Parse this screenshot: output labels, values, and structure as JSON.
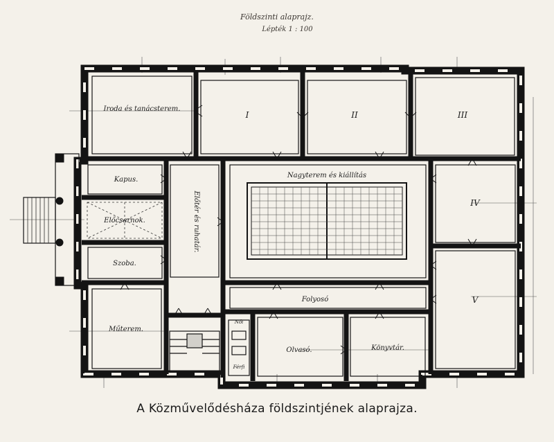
{
  "header": {
    "title": "Földszinti alaprajz.",
    "scale": "Lépték 1 : 100"
  },
  "caption": "A Közművelődésháza földszintjének alaprajza.",
  "rooms": {
    "iroda": "Iroda és tanácsterem.",
    "r1": "I",
    "r2": "II",
    "r3": "III",
    "r4": "IV",
    "r5": "V",
    "kapus": "Kapus.",
    "eloterem": "Előcsarnok.",
    "eloter": "Előtér és ruhatár.",
    "szoba": "Szoba.",
    "nagyterem": "Nagyterem és kiállítás",
    "folyoso": "Folyosó",
    "muterem": "Műterem.",
    "olvaso": "Olvasó.",
    "konyvtar": "Könyvtár.",
    "noi": "Női",
    "ferfi": "Férfi"
  },
  "colors": {
    "paper": "#f4f1ea",
    "wall": "#141414",
    "ink": "#1c1c1c"
  }
}
